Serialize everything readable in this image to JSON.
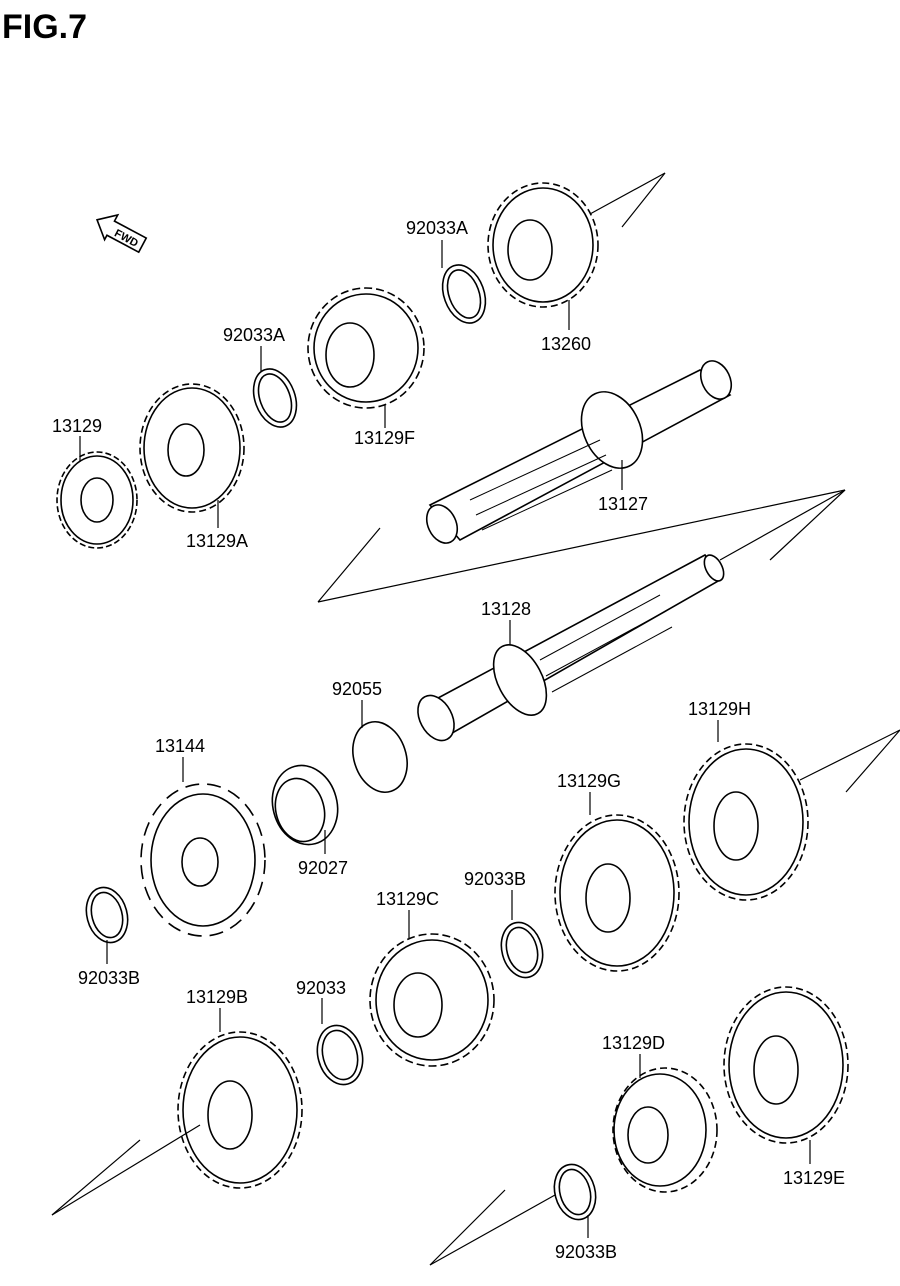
{
  "figure": {
    "title": "FIG.7",
    "fwd_label": "FWD"
  },
  "callouts": [
    "13129",
    "13129A",
    "92033A",
    "13129F",
    "92033A",
    "13260",
    "13127",
    "13128",
    "92055",
    "13144",
    "92027",
    "13129H",
    "13129G",
    "92033B",
    "92033B",
    "13129C",
    "92033",
    "13129B",
    "13129D",
    "13129E",
    "92033B"
  ]
}
